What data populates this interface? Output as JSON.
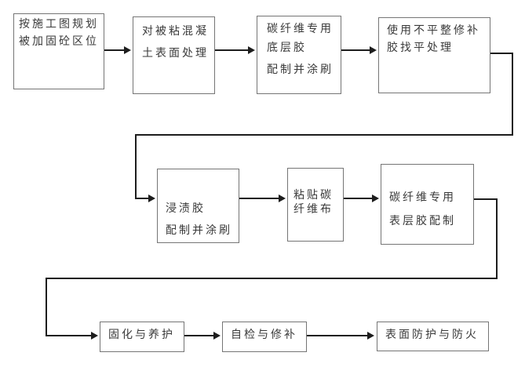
{
  "diagram": {
    "type": "flowchart",
    "language": "zh-CN",
    "colors": {
      "background": "#ffffff",
      "box_border": "#757575",
      "connector_line": "#1d1d1d",
      "text": "#3a3a3a"
    },
    "boxes": [
      {
        "id": "plan-location",
        "step": 1,
        "lines": [
          "按施工图规划",
          "被加固砼区位"
        ]
      },
      {
        "id": "concrete-surface-treatment",
        "step": 2,
        "lines": [
          "对被粘混凝",
          "土表面处理"
        ]
      },
      {
        "id": "primer-adhesive",
        "step": 3,
        "lines": [
          "碳纤维专用",
          "底层胶",
          "配制并涂刷"
        ]
      },
      {
        "id": "leveling-repair",
        "step": 4,
        "lines": [
          "使用不平整修补",
          "胶找平处理"
        ]
      },
      {
        "id": "saturant-adhesive",
        "step": 5,
        "lines": [
          "浸渍胶",
          "配制并涂刷"
        ]
      },
      {
        "id": "attach-carbon-fiber-cloth",
        "step": 6,
        "lines": [
          "粘贴碳",
          "纤维布"
        ]
      },
      {
        "id": "topcoat-adhesive",
        "step": 7,
        "lines": [
          "碳纤维专用",
          "表层胶配制"
        ]
      },
      {
        "id": "curing",
        "step": 8,
        "lines": [
          "固化与养护"
        ]
      },
      {
        "id": "self-inspection-repair",
        "step": 9,
        "lines": [
          "自检与修补"
        ]
      },
      {
        "id": "surface-protection",
        "step": 10,
        "lines": [
          "表面防护与防火"
        ]
      }
    ],
    "edges": [
      {
        "from": "plan-location",
        "to": "concrete-surface-treatment",
        "style": "arrow"
      },
      {
        "from": "concrete-surface-treatment",
        "to": "primer-adhesive",
        "style": "arrow"
      },
      {
        "from": "primer-adhesive",
        "to": "leveling-repair",
        "style": "arrow"
      },
      {
        "from": "leveling-repair",
        "to": "saturant-adhesive",
        "style": "arrow-wrap"
      },
      {
        "from": "saturant-adhesive",
        "to": "attach-carbon-fiber-cloth",
        "style": "arrow"
      },
      {
        "from": "attach-carbon-fiber-cloth",
        "to": "topcoat-adhesive",
        "style": "arrow"
      },
      {
        "from": "topcoat-adhesive",
        "to": "curing",
        "style": "arrow-wrap"
      },
      {
        "from": "curing",
        "to": "self-inspection-repair",
        "style": "arrow"
      },
      {
        "from": "self-inspection-repair",
        "to": "surface-protection",
        "style": "arrow"
      }
    ]
  }
}
